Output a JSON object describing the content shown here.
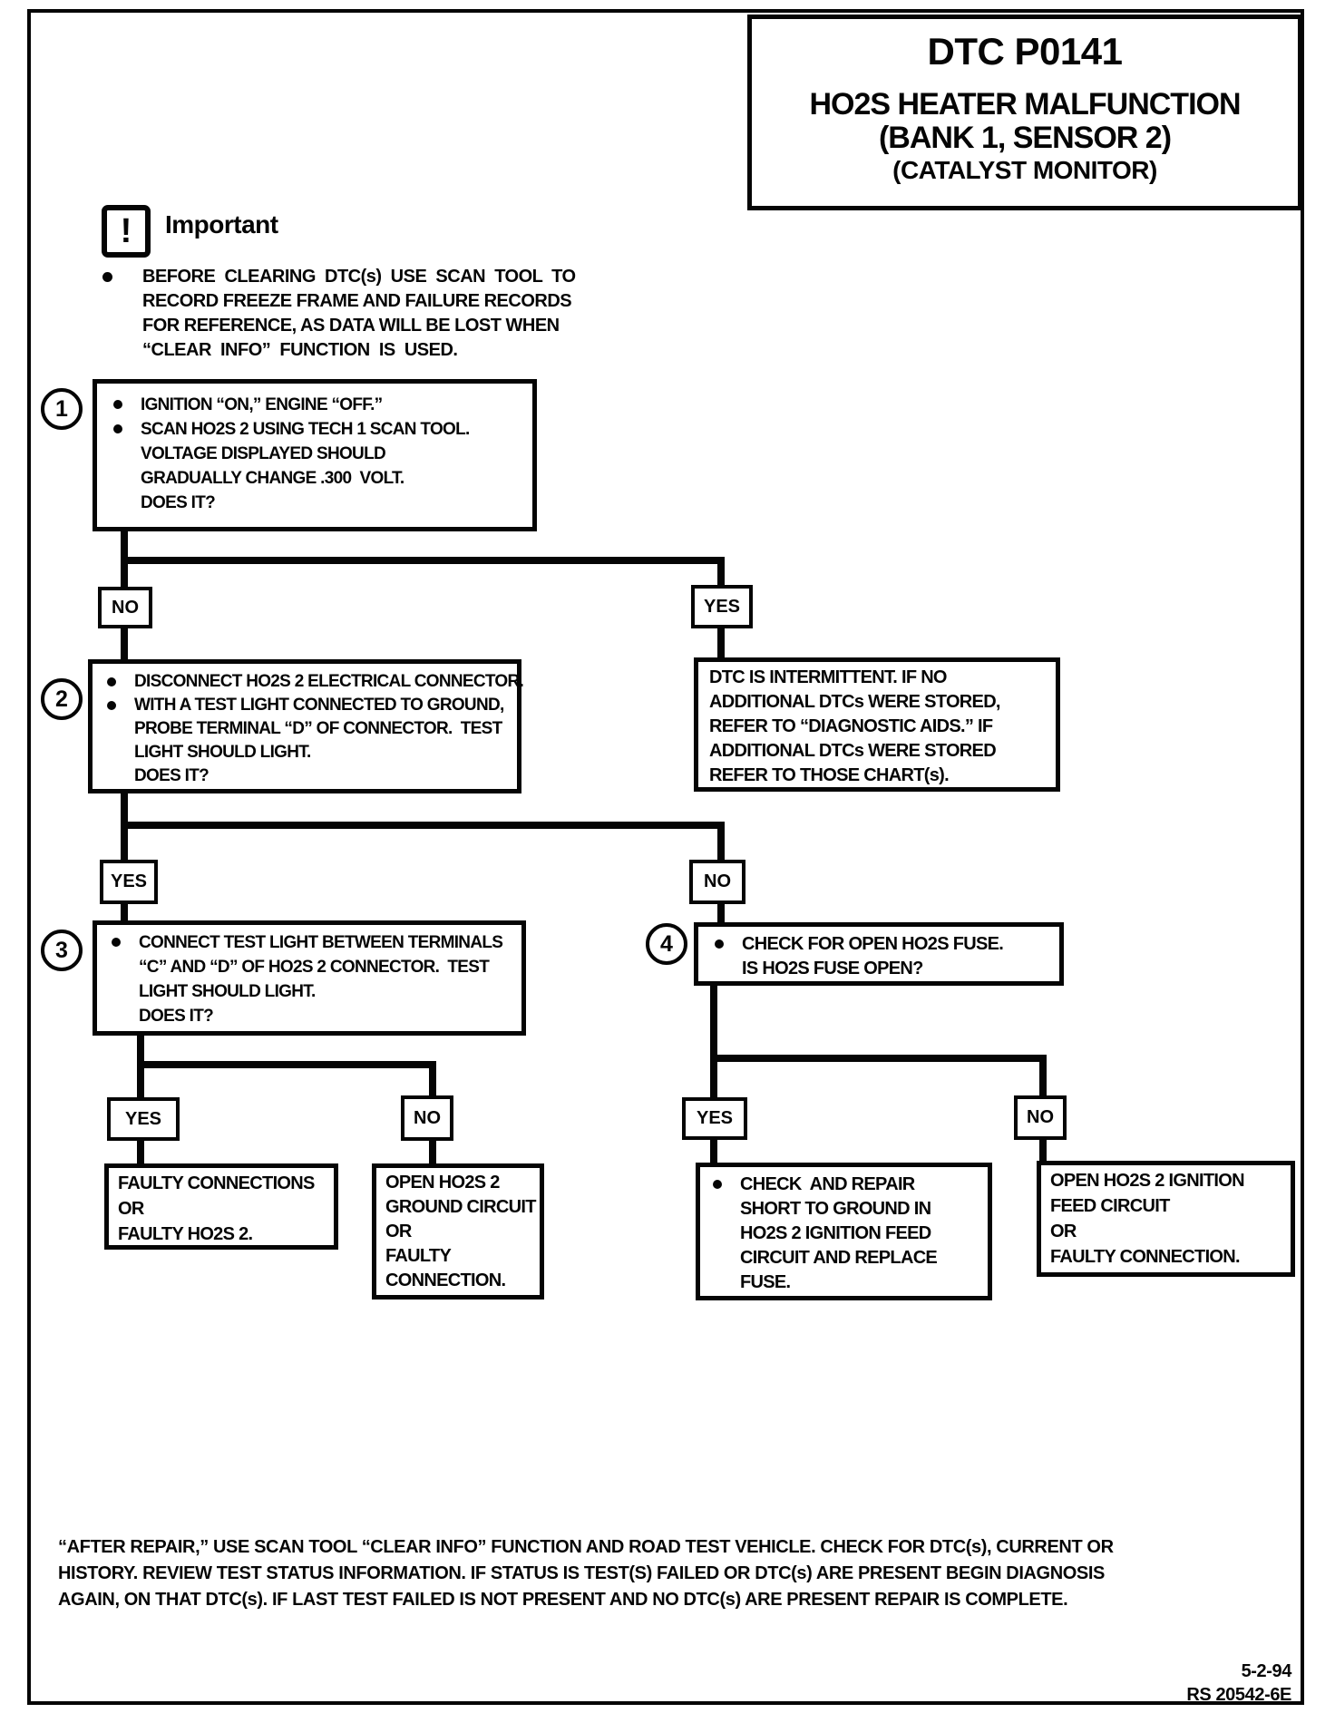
{
  "doc": {
    "header": {
      "dtc_code": "DTC P0141",
      "title_line1": "HO2S HEATER MALFUNCTION",
      "title_line2": "(BANK 1, SENSOR 2)",
      "title_line3": "(CATALYST MONITOR)"
    },
    "important": {
      "icon": "!",
      "label": "Important",
      "lines": [
        "BEFORE  CLEARING  DTC(s)  USE  SCAN  TOOL  TO",
        "RECORD FREEZE FRAME AND FAILURE RECORDS",
        "FOR REFERENCE, AS DATA WILL BE LOST WHEN",
        "“CLEAR  INFO”  FUNCTION  IS  USED."
      ]
    },
    "step1": {
      "num": "1",
      "lines": [
        "IGNITION “ON,” ENGINE “OFF.”",
        "SCAN HO2S 2 USING TECH 1 SCAN TOOL.",
        "VOLTAGE DISPLAYED SHOULD",
        "GRADUALLY CHANGE .300  VOLT.",
        "DOES IT?"
      ]
    },
    "branch1": {
      "no": "NO",
      "yes": "YES"
    },
    "intermittent": {
      "lines": [
        "DTC IS INTERMITTENT. IF NO",
        "ADDITIONAL DTCs WERE STORED,",
        "REFER TO “DIAGNOSTIC AIDS.” IF",
        "ADDITIONAL DTCs WERE STORED",
        "REFER TO THOSE CHART(s)."
      ]
    },
    "step2": {
      "num": "2",
      "lines": [
        "DISCONNECT HO2S 2 ELECTRICAL CONNECTOR.",
        "WITH A TEST LIGHT CONNECTED TO GROUND,",
        "PROBE TERMINAL “D” OF CONNECTOR.  TEST",
        "LIGHT SHOULD LIGHT.",
        "DOES IT?"
      ]
    },
    "branch2": {
      "yes": "YES",
      "no": "NO"
    },
    "step3": {
      "num": "3",
      "lines": [
        "CONNECT TEST LIGHT BETWEEN TERMINALS",
        "“C” AND “D” OF HO2S 2 CONNECTOR.  TEST",
        "LIGHT SHOULD LIGHT.",
        "DOES IT?"
      ]
    },
    "step4": {
      "num": "4",
      "lines": [
        "CHECK FOR OPEN HO2S FUSE.",
        "IS HO2S FUSE OPEN?"
      ]
    },
    "branch3": {
      "yes": "YES",
      "no": "NO"
    },
    "branch4": {
      "yes": "YES",
      "no": "NO"
    },
    "result_faulty_connections": {
      "lines": [
        "FAULTY CONNECTIONS",
        "OR",
        "FAULTY HO2S 2."
      ]
    },
    "result_open_ground": {
      "lines": [
        "OPEN HO2S 2",
        "GROUND CIRCUIT",
        "OR",
        "FAULTY",
        "CONNECTION."
      ]
    },
    "result_repair_short": {
      "lines": [
        "CHECK  AND REPAIR",
        "SHORT TO GROUND IN",
        "HO2S 2 IGNITION FEED",
        "CIRCUIT AND REPLACE",
        "FUSE."
      ]
    },
    "result_open_feed": {
      "lines": [
        "OPEN HO2S 2 IGNITION",
        "FEED CIRCUIT",
        "OR",
        "FAULTY CONNECTION."
      ]
    },
    "footer": {
      "lines": [
        "“AFTER REPAIR,” USE SCAN TOOL “CLEAR INFO” FUNCTION AND ROAD TEST VEHICLE. CHECK FOR DTC(s), CURRENT OR",
        "HISTORY. REVIEW TEST STATUS INFORMATION. IF STATUS IS TEST(S) FAILED OR DTC(s) ARE PRESENT BEGIN DIAGNOSIS",
        "AGAIN, ON THAT DTC(s). IF LAST TEST FAILED IS NOT PRESENT AND NO DTC(s) ARE PRESENT REPAIR IS COMPLETE."
      ]
    },
    "corner": {
      "date": "5-2-94",
      "ref": "RS 20542-6E"
    }
  }
}
